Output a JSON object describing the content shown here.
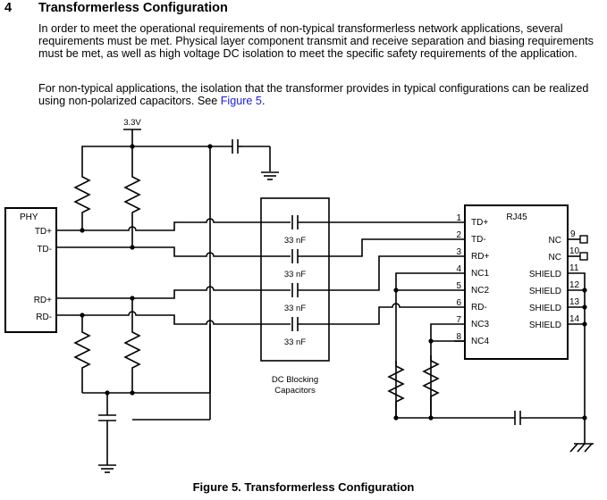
{
  "section": {
    "number": "4",
    "title": "Transformerless Configuration"
  },
  "paragraphs": {
    "p1": "In order to meet the operational requirements of non-typical transformerless network applications, several requirements must be met. Physical layer component transmit and receive separation and biasing requirements must be met, as well as high voltage DC isolation to meet the specific safety requirements of the application.",
    "p2_before_link": "For non-typical applications, the isolation that the transformer provides in typical configurations can be realized using non-polarized capacitors. See ",
    "p2_link": "Figure 5",
    "p2_after_link": "."
  },
  "figure": {
    "caption": "Figure 5. Transformerless Configuration",
    "supply_label": "3.3V",
    "phy": {
      "title": "PHY",
      "pins": [
        "TD+",
        "TD-",
        "RD+",
        "RD-"
      ]
    },
    "blocking_caps": {
      "value_labels": [
        "33 nF",
        "33 nF",
        "33 nF",
        "33 nF"
      ],
      "group_label_line1": "DC Blocking",
      "group_label_line2": "Capacitors"
    },
    "rj45": {
      "title": "RJ45",
      "left_pins": [
        {
          "num": "1",
          "name": "TD+"
        },
        {
          "num": "2",
          "name": "TD-"
        },
        {
          "num": "3",
          "name": "RD+"
        },
        {
          "num": "4",
          "name": "NC1"
        },
        {
          "num": "5",
          "name": "NC2"
        },
        {
          "num": "6",
          "name": "RD-"
        },
        {
          "num": "7",
          "name": "NC3"
        },
        {
          "num": "8",
          "name": "NC4"
        }
      ],
      "right_pins": [
        {
          "num": "9",
          "name": "NC"
        },
        {
          "num": "10",
          "name": "NC"
        },
        {
          "num": "11",
          "name": "SHIELD"
        },
        {
          "num": "12",
          "name": "SHIELD"
        },
        {
          "num": "13",
          "name": "SHIELD"
        },
        {
          "num": "14",
          "name": "SHIELD"
        }
      ]
    }
  }
}
